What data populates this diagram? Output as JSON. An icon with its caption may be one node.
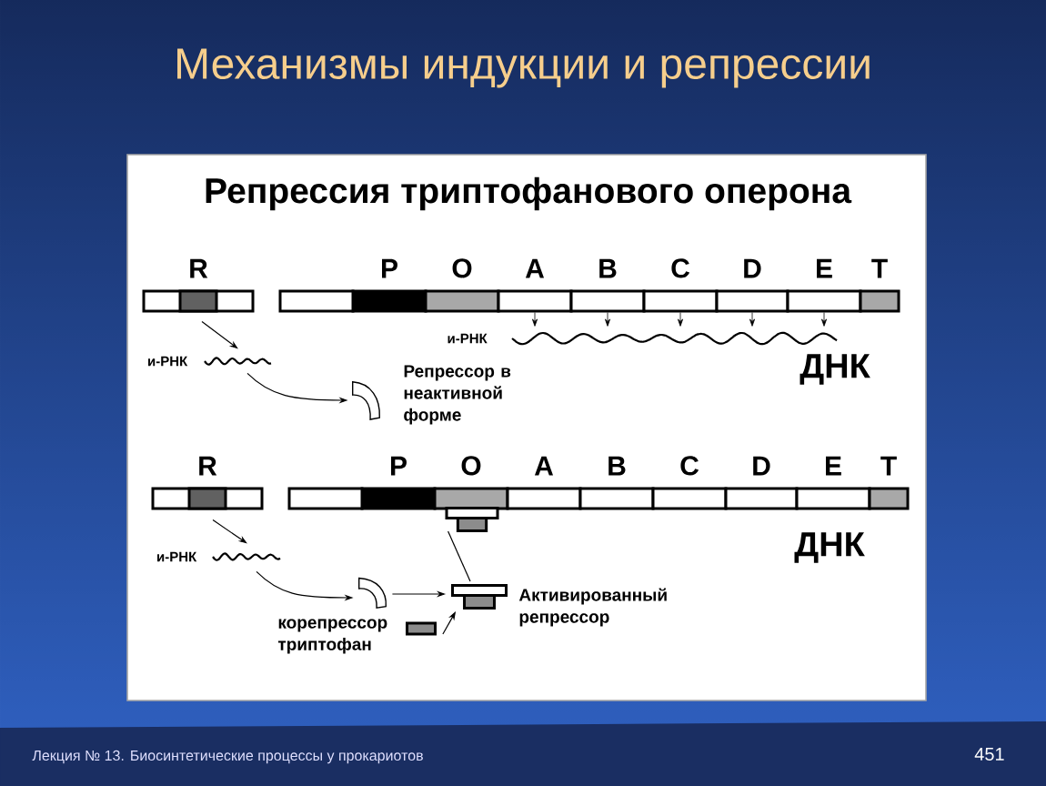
{
  "diagram": {
    "title": "Механизмы индукции и репрессии",
    "nodes": [
      {
        "text": [
          "R"
        ]
      },
      {
        "text": [
          "и-РНК"
        ]
      },
      {
        "text": [],
        "shape": "band",
        "beside": [
          "Репрессор в неактивной форме"
        ]
      },
      {
        "text": [
          "P"
        ]
      },
      {
        "text": [
          "O"
        ]
      },
      {
        "text": [
          "A"
        ]
      },
      {
        "text": [
          "B"
        ]
      },
      {
        "text": [
          "C"
        ]
      },
      {
        "text": [
          "D"
        ]
      },
      {
        "text": [
          "E"
        ]
      },
      {
        "text": [
          "T"
        ]
      },
      {
        "text": [
          "и-РНК"
        ]
      },
      {
        "text": [
          "R"
        ]
      },
      {
        "text": [
          "и-РНК"
        ]
      },
      {
        "text": [],
        "shape": "band"
      },
      {
        "text": [
          "P"
        ]
      },
      {
        "text": [
          "O"
        ]
      },
      {
        "text": [
          "A"
        ]
      },
      {
        "text": [
          "B"
        ]
      },
      {
        "text": [
          "C"
        ]
      },
      {
        "text": [
          "D"
        ]
      },
      {
        "text": [
          "E"
        ]
      },
      {
        "text": [
          "T"
        ]
      },
      {
        "text": [],
        "shape": "box"
      },
      {
        "text": [],
        "shape": "box",
        "beside": [
          "Активированный репрессор"
        ]
      },
      {
        "text": [],
        "shape": "box",
        "beside": [
          "корепрессор триптофан"
        ]
      },
      {
        "text": [],
        "shape": "box"
      },
      {
        "text": [],
        "shape": "box"
      }
    ],
    "edges": [
      {
        "from": 0,
        "to": 1,
        "arrow": "to"
      },
      {
        "from": 1,
        "to": 2,
        "arrow": "to"
      },
      {
        "from": 5,
        "to": 11,
        "arrow": "to"
      },
      {
        "from": 6,
        "to": 11,
        "arrow": "to"
      },
      {
        "from": 7,
        "to": 11,
        "arrow": "to"
      },
      {
        "from": 8,
        "to": 11,
        "arrow": "to"
      },
      {
        "from": 9,
        "to": 11,
        "arrow": "to"
      },
      {
        "from": 12,
        "to": 13,
        "arrow": "to"
      },
      {
        "from": 13,
        "to": 14,
        "arrow": "to"
      },
      {
        "from": 14,
        "to": 24,
        "arrow": "to"
      },
      {
        "from": 25,
        "to": 24,
        "arrow": "to"
      },
      {
        "from": 24,
        "to": 23,
        "arrow": "none"
      }
    ],
    "labels": [
      "Репрессия триптофанового оперона",
      "ДНК",
      "ДНК",
      "Лекция № 13. Биосинтетические процессы у прокариотов",
      "451"
    ]
  }
}
